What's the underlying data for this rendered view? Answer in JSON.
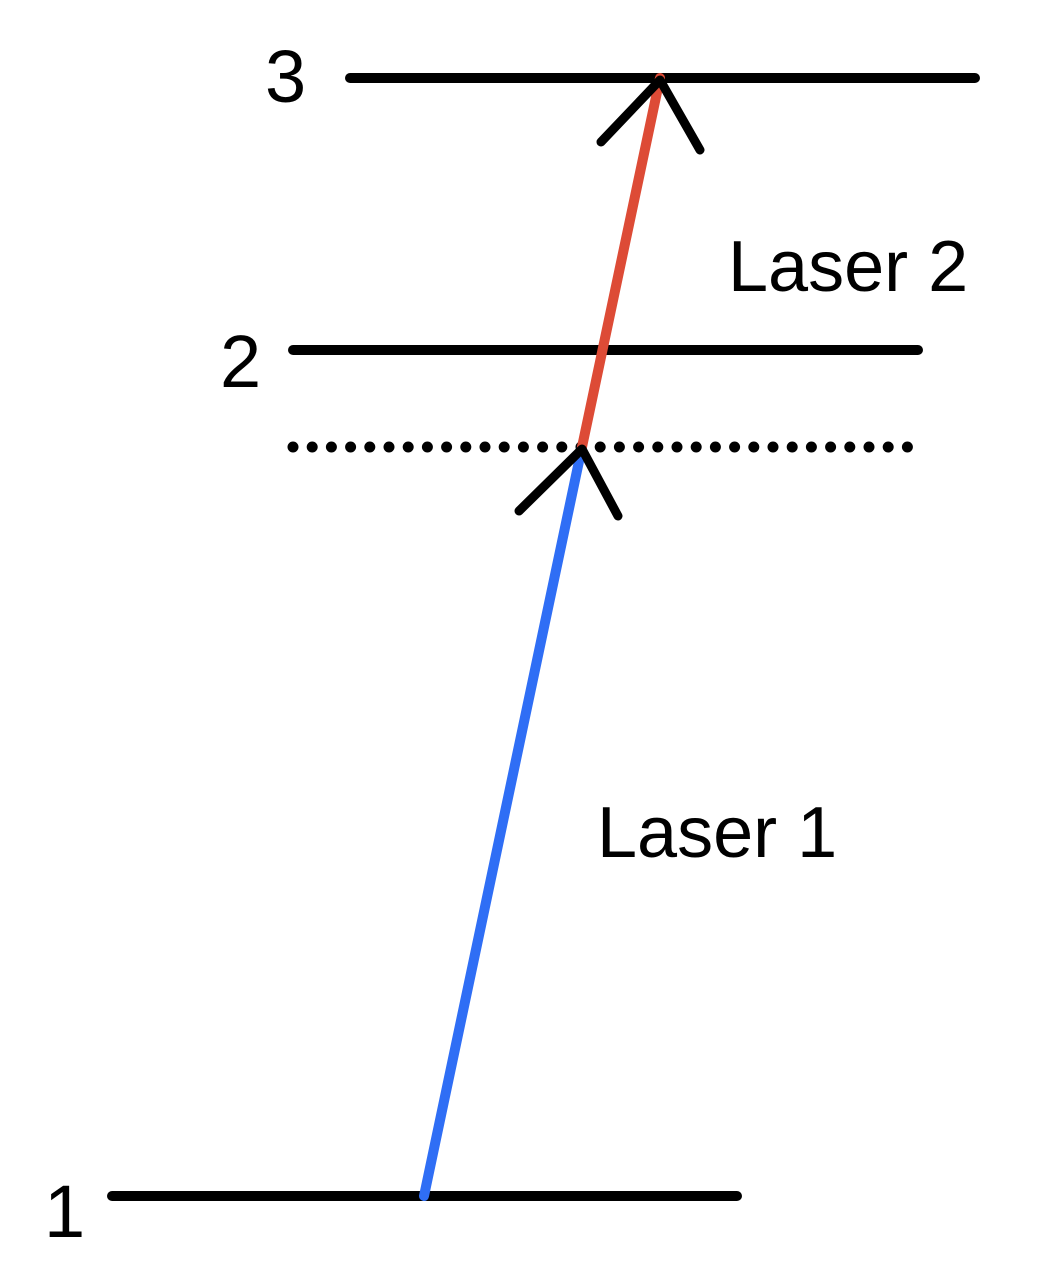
{
  "levels": [
    {
      "label": "1"
    },
    {
      "label": "2"
    },
    {
      "label": "3"
    }
  ],
  "lasers": {
    "laser1": {
      "label": "Laser 1",
      "color": "#2f6ef5"
    },
    "laser2": {
      "label": "Laser 2",
      "color": "#dd4b36"
    }
  }
}
